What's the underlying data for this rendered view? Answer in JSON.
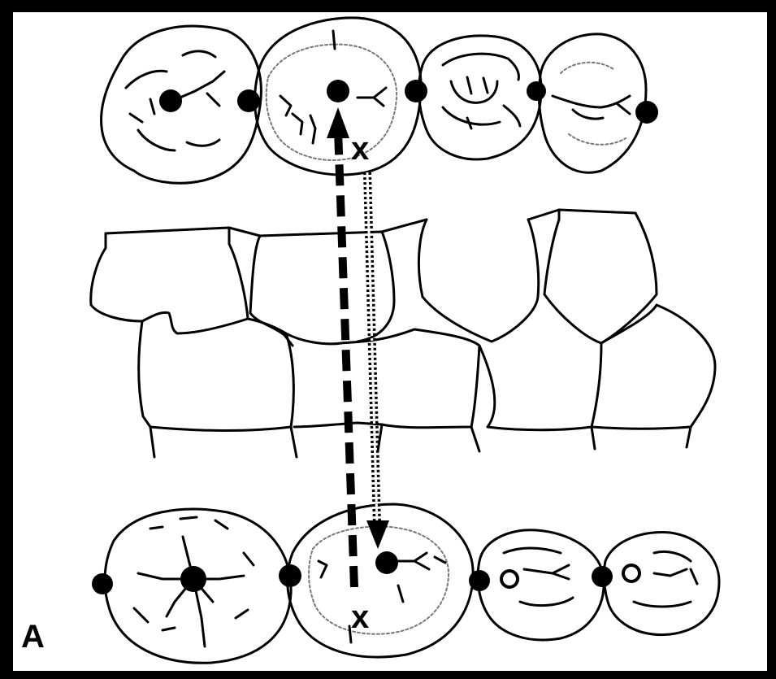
{
  "figure": {
    "panel_label": "A",
    "marker_labels": {
      "upper_x": "x",
      "lower_x": "x"
    }
  },
  "colors": {
    "frame": "#000000",
    "background": "#ffffff",
    "ink": "#000000",
    "dotted": "#777777"
  }
}
